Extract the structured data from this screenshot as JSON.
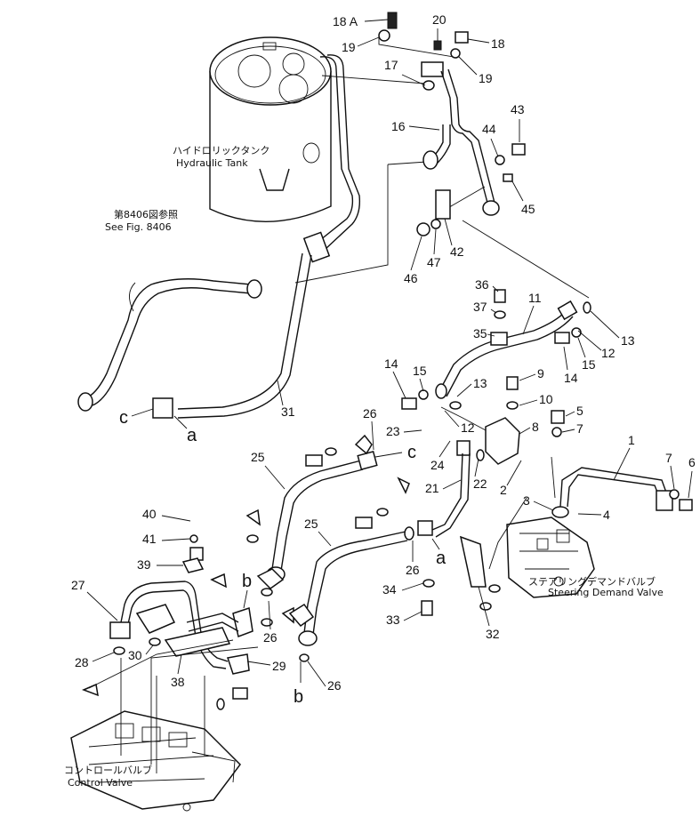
{
  "labels": {
    "hydraulic_tank_jp": "ハイドロリックタンク",
    "hydraulic_tank_en": "Hydraulic Tank",
    "see_fig_jp": "第8406図参照",
    "see_fig_en": "See Fig. 8406",
    "steering_valve_jp": "ステアリングデマンドバルブ",
    "steering_valve_en": "Steering Demand Valve",
    "control_valve_jp": "コントロールバルブ",
    "control_valve_en": "Control Valve"
  },
  "letters": {
    "a_upper": "a",
    "a_lower": "a",
    "b_upper": "b",
    "b_lower": "b",
    "c_upper": "c",
    "c_lower": "c"
  },
  "callouts": {
    "p1": "1",
    "p2": "2",
    "p3": "3",
    "p4": "4",
    "p5": "5",
    "p6": "6",
    "p7a": "7",
    "p7b": "7",
    "p8": "8",
    "p9": "9",
    "p10": "10",
    "p11": "11",
    "p12a": "12",
    "p12b": "12",
    "p13a": "13",
    "p13b": "13",
    "p14a": "14",
    "p14b": "14",
    "p15a": "15",
    "p15b": "15",
    "p16": "16",
    "p17": "17",
    "p18": "18",
    "p18a": "18 A",
    "p19a": "19",
    "p19b": "19",
    "p20": "20",
    "p21": "21",
    "p22": "22",
    "p23": "23",
    "p24": "24",
    "p25a": "25",
    "p25b": "25",
    "p26a": "26",
    "p26b": "26",
    "p26c": "26",
    "p26d": "26",
    "p27": "27",
    "p28": "28",
    "p29": "29",
    "p30": "30",
    "p31": "31",
    "p32": "32",
    "p33": "33",
    "p34": "34",
    "p35": "35",
    "p36": "36",
    "p37": "37",
    "p38": "38",
    "p39": "39",
    "p40": "40",
    "p41": "41",
    "p42": "42",
    "p43": "43",
    "p44": "44",
    "p45": "45",
    "p46": "46",
    "p47": "47"
  }
}
